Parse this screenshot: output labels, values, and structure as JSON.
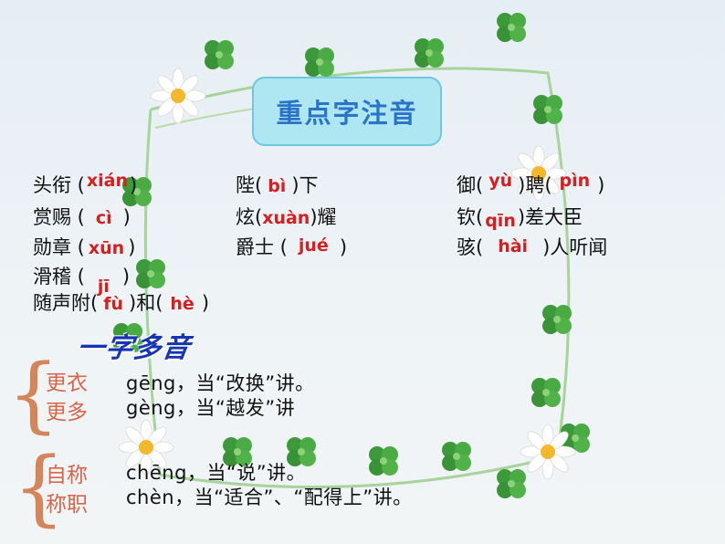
{
  "title": "重点字注音",
  "vocab": [
    {
      "pre": "头衔 (",
      "py": "xián",
      "post": ")"
    },
    {
      "pre": "陛(",
      "py": "bì",
      "post": ")下"
    },
    {
      "pre": "御(",
      "py": "yù",
      "mid": ")聘(",
      "py2": "pìn",
      "post": ")"
    },
    {
      "pre": "赏赐 (",
      "py": "cì",
      "post": ")"
    },
    {
      "pre": "炫(",
      "py": "xuàn",
      "post": ")耀"
    },
    {
      "pre": "钦(",
      "py": "qīn",
      "post": ")差大臣"
    },
    {
      "pre": "勋章 (",
      "py": "xūn",
      "post": ")"
    },
    {
      "pre": "爵士 (",
      "py": "jué",
      "post": ")"
    },
    {
      "pre": "骇(",
      "py": "hài",
      "post": ")人听闻"
    },
    {
      "pre": "滑稽 (",
      "py": "jī",
      "post": ")"
    },
    {
      "pre": "随声附(",
      "py": "fù",
      "mid": ")和(",
      "py2": "hè",
      "post": ")"
    }
  ],
  "banner": "一字多音",
  "polyphones": [
    {
      "word": "更衣",
      "reading": "gēng，当“改换”讲。"
    },
    {
      "word": "更多",
      "reading": "gèng，当“越发”讲"
    },
    {
      "word": "自称",
      "reading": "chēng，当“说”讲。"
    },
    {
      "word": "称职",
      "reading": "chèn，当“适合”、“配得上”讲。"
    }
  ],
  "colors": {
    "pinyin": "#d42020",
    "title_text": "#2a74c8",
    "title_bg": "#aee6f2",
    "banner": "#1535b5",
    "poly_word": "#d8664a"
  },
  "icons": [
    "daisy-icon",
    "clover-icon",
    "vine-frame"
  ]
}
